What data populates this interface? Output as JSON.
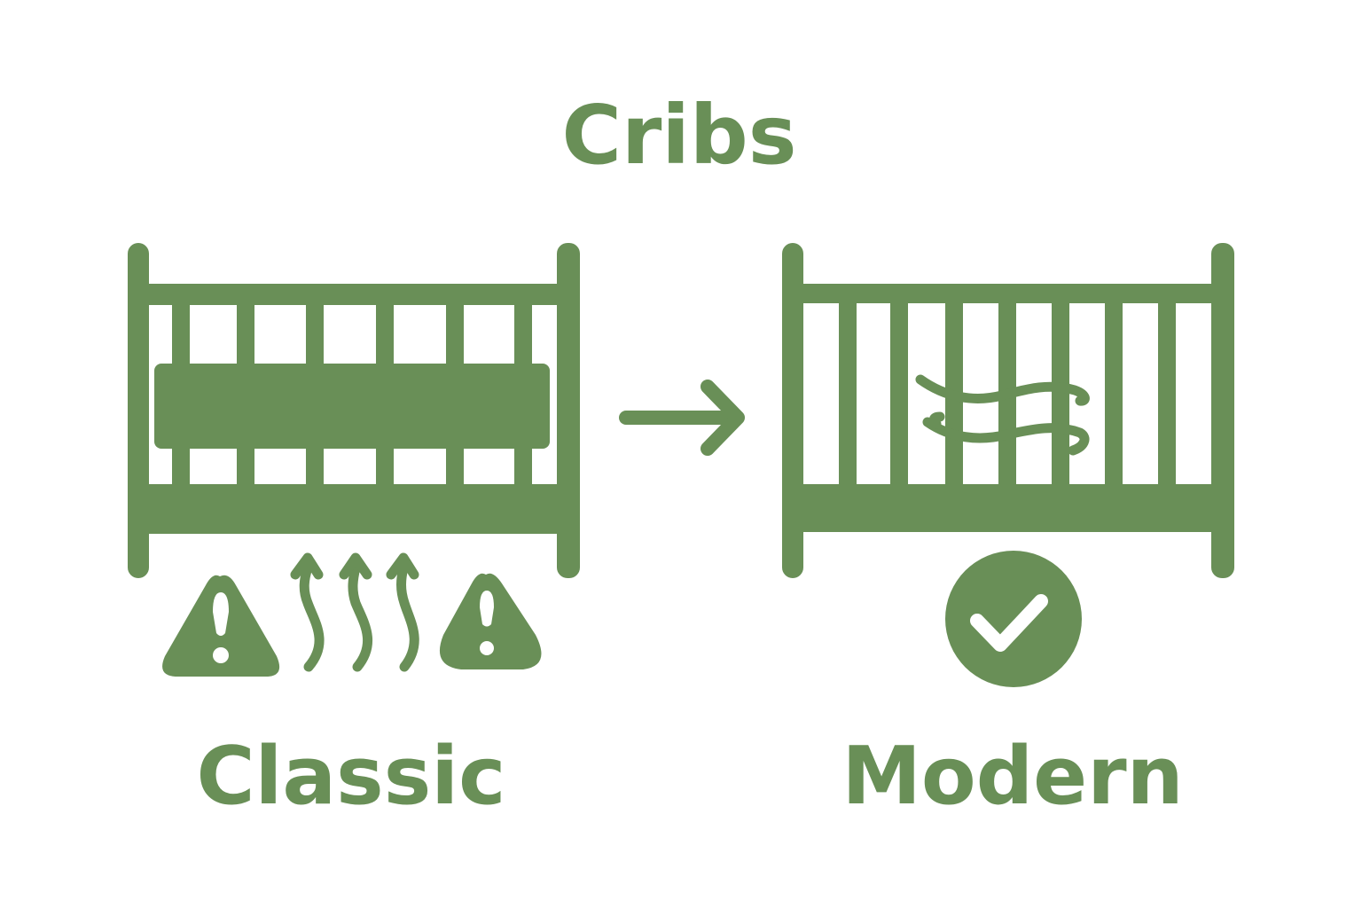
{
  "title": "Cribs",
  "left": {
    "label": "Classic"
  },
  "right": {
    "label": "Modern"
  },
  "colors": {
    "primary": "#698f57",
    "background": "#ffffff"
  },
  "icons": {
    "left_crib": "classic-crib-icon",
    "warning": "warning-triangle-icon",
    "heat_waves": "rising-heat-arrows-icon",
    "transition": "arrow-right-icon",
    "right_crib": "modern-crib-icon",
    "breathable": "airflow-waves-icon",
    "approved": "check-circle-icon"
  }
}
